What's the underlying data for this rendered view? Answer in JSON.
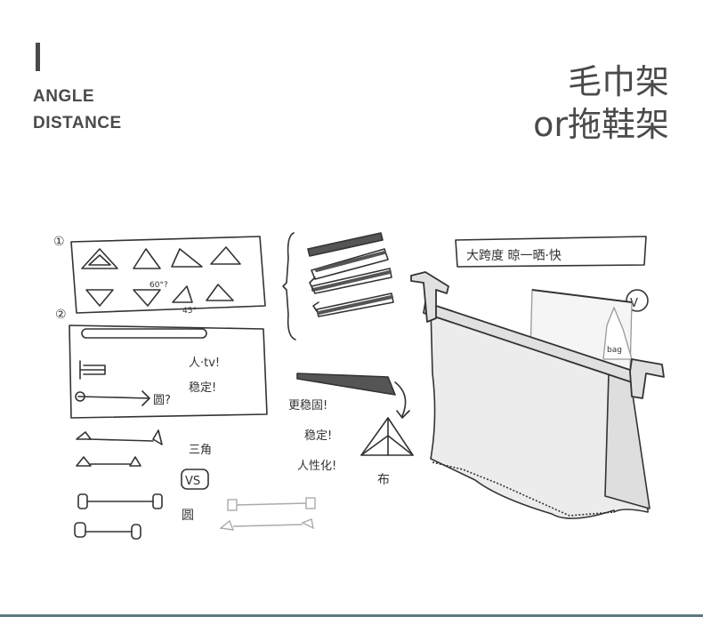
{
  "header": {
    "lines": [
      "ANGLE",
      "DISTANCE"
    ]
  },
  "title": {
    "line1": "毛巾架",
    "line2": "or拖鞋架"
  },
  "sketch": {
    "markers": [
      "①",
      "②"
    ],
    "notes_a": [
      "人·tv!",
      "稳定!",
      "圆?"
    ],
    "note_three_corner": "三角",
    "vs_label": "VS",
    "round_label": "圆",
    "notes_b": [
      "更稳固!",
      "稳定!",
      "人性化!"
    ],
    "banner_text": "大跨度   晾一晒·快",
    "check_label": "V",
    "bag_label": "bag",
    "angle_labels": [
      "60°?",
      "45°"
    ],
    "cloth_text": "布"
  },
  "colors": {
    "text": "#4a4a4a",
    "sketch_line": "#333333",
    "fill": "#eeeeee",
    "footer": "#5f7a80"
  }
}
